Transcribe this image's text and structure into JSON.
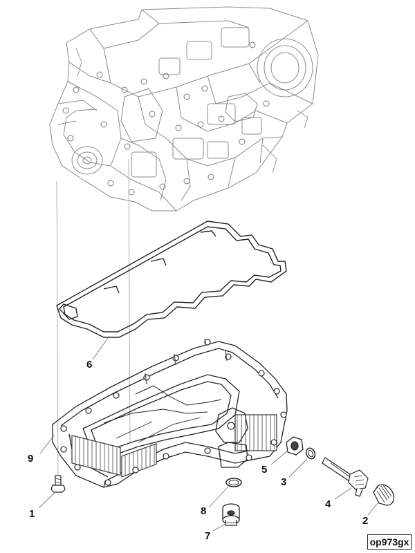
{
  "figure": {
    "reference_code": "op973gx",
    "callouts": [
      {
        "id": "c1",
        "label": "1"
      },
      {
        "id": "c2",
        "label": "2"
      },
      {
        "id": "c3",
        "label": "3"
      },
      {
        "id": "c4",
        "label": "4"
      },
      {
        "id": "c5",
        "label": "5"
      },
      {
        "id": "c6",
        "label": "6"
      },
      {
        "id": "c7",
        "label": "7"
      },
      {
        "id": "c8",
        "label": "8"
      },
      {
        "id": "c9",
        "label": "9"
      }
    ]
  }
}
